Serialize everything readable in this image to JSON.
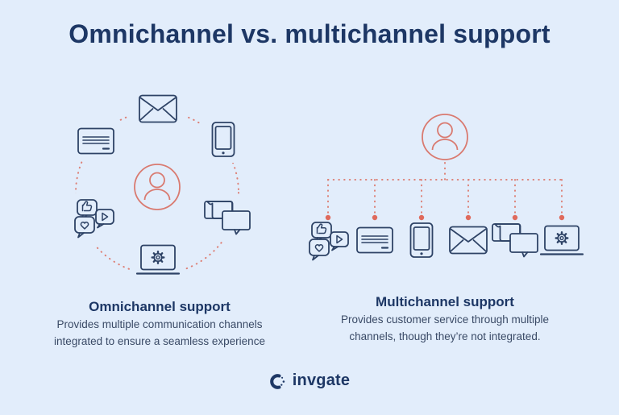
{
  "title": "Omnichannel vs. multichannel support",
  "left_panel": {
    "heading": "Omnichannel support",
    "description": "Provides multiple communication channels integrated to ensure a seamless experience",
    "diagram": {
      "type": "circular-hub",
      "center_icon": "person-icon",
      "ring_icons": [
        "email-icon",
        "smartphone-icon",
        "chat-bubbles-icon",
        "laptop-settings-icon",
        "social-reactions-icon",
        "credit-card-icon"
      ]
    }
  },
  "right_panel": {
    "heading": "Multichannel support",
    "description": "Provides customer service through multiple channels, though they’re not integrated.",
    "diagram": {
      "type": "tree-branches",
      "top_icon": "person-icon",
      "branch_icons": [
        "social-reactions-icon",
        "credit-card-icon",
        "smartphone-icon",
        "email-icon",
        "chat-bubbles-icon",
        "laptop-settings-icon"
      ]
    }
  },
  "footer": {
    "brand": "invgate"
  },
  "colors": {
    "background": "#e2edfb",
    "heading_navy": "#1d3765",
    "body_text": "#3a4a66",
    "icon_stroke": "#2e4366",
    "coral": "#d97a70",
    "coral_dot": "#df6a5c"
  }
}
